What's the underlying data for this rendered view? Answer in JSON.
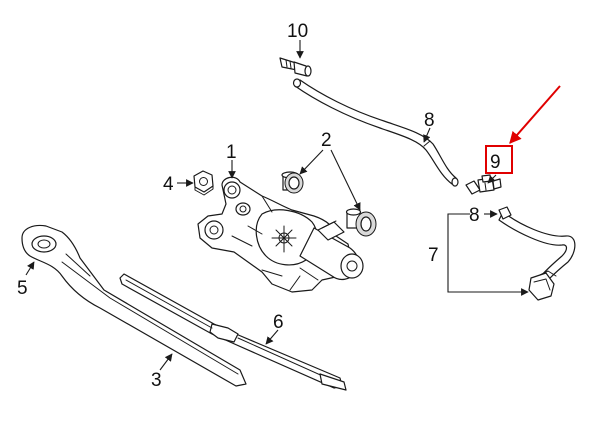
{
  "callouts": {
    "c1": "1",
    "c2": "2",
    "c3": "3",
    "c4": "4",
    "c5": "5",
    "c6": "6",
    "c7": "7",
    "c8a": "8",
    "c8b": "8",
    "c9": "9",
    "c10": "10"
  },
  "highlight": {
    "target": "9",
    "color": "#e00000"
  },
  "colors": {
    "line": "#1a1a1a",
    "shade": "#d9d9d9",
    "background": "#ffffff"
  }
}
